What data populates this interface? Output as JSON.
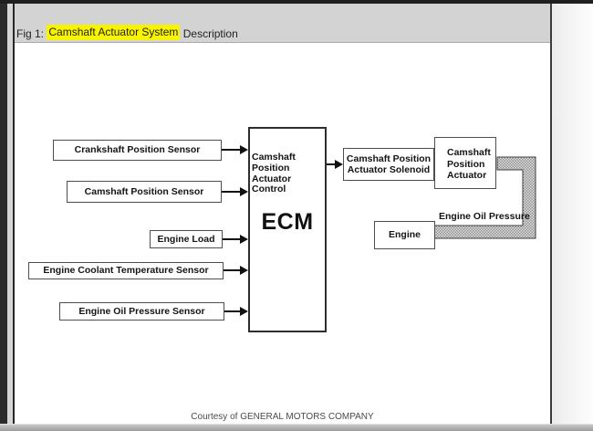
{
  "window": {
    "title_prefix": "Fig 1: ",
    "title_highlight": "Camshaft Actuator System",
    "title_suffix": " Description"
  },
  "diagram": {
    "inputs": [
      {
        "label": "Crankshaft Position Sensor"
      },
      {
        "label": "Camshaft Position Sensor"
      },
      {
        "label": "Engine Load"
      },
      {
        "label": "Engine Coolant Temperature Sensor"
      },
      {
        "label": "Engine Oil Pressure Sensor"
      }
    ],
    "ecm": {
      "control_label": "Camshaft Position\nActuator Control",
      "name": "ECM"
    },
    "solenoid_label": "Camshaft Position\nActuator Solenoid",
    "actuator_label": "Camshaft\nPosition\nActuator",
    "engine_label": "Engine",
    "oil_pressure_label": "Engine Oil Pressure"
  },
  "footer": {
    "courtesy": "Courtesy of GENERAL MOTORS COMPANY"
  },
  "colors": {
    "highlight": "#f8f400",
    "titlebar": "#d3d3d3",
    "box_border": "#4e4e4e"
  }
}
